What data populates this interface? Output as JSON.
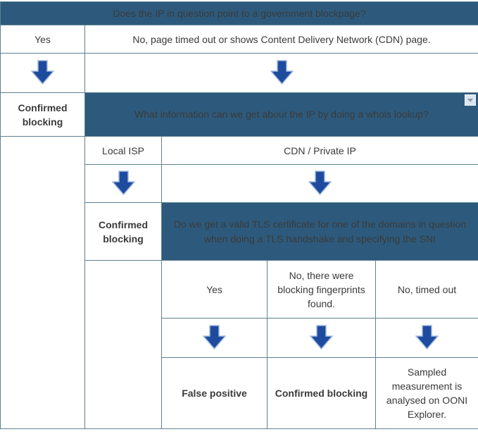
{
  "colors": {
    "header_blue": "#2D5A7C",
    "border_teal": "#5E8191",
    "arrow_fill": "#1E4B9E",
    "arrow_outline": "#9FB8DF",
    "header_text": "#FFFFFF",
    "body_text": "#3A3A3A"
  },
  "icons": {
    "down_arrow": "down-block-arrow-icon",
    "dropdown": "dropdown-arrow-icon"
  },
  "flow": {
    "q1": "Does the IP in question point to a government blockpage?",
    "q1_answers": {
      "yes": "Yes",
      "no": "No, page timed out or shows Content Delivery Network (CDN) page."
    },
    "q1_yes_outcome": "Confirmed blocking",
    "q2": "What information can we get about the IP by doing a whois lookup?",
    "q2_answers": {
      "local_isp": "Local ISP",
      "cdn_private_ip": "CDN / Private IP"
    },
    "q2_local_isp_outcome": "Confirmed blocking",
    "q3": "Do we get a valid TLS certificate for one of the domains in question when doing a TLS handshake and specifying the SNI",
    "q3_answers": {
      "yes": "Yes",
      "fingerprints": "No, there were blocking fingerprints found.",
      "timed_out": "No, timed out"
    },
    "q3_outcomes": {
      "yes": "False positive",
      "fingerprints": "Confirmed blocking",
      "timed_out": "Sampled measurement is analysed on OONI Explorer."
    }
  }
}
